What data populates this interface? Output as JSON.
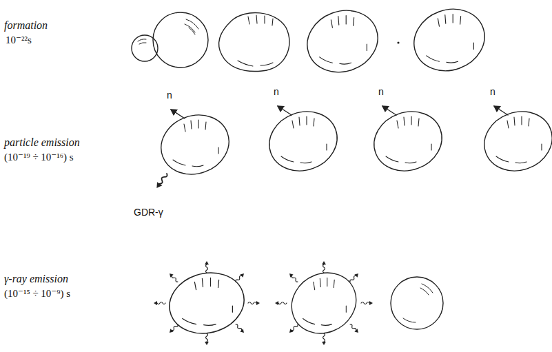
{
  "diagram": {
    "labels": [
      "formation",
      "10⁻²²s",
      "particle emission",
      "(10⁻¹⁹ ÷ 10⁻¹⁶) s",
      "n",
      "n",
      "n",
      "n",
      "GDR-γ",
      "γ-ray emission",
      "(10⁻¹⁵ ÷ 10⁻⁹) s"
    ]
  }
}
